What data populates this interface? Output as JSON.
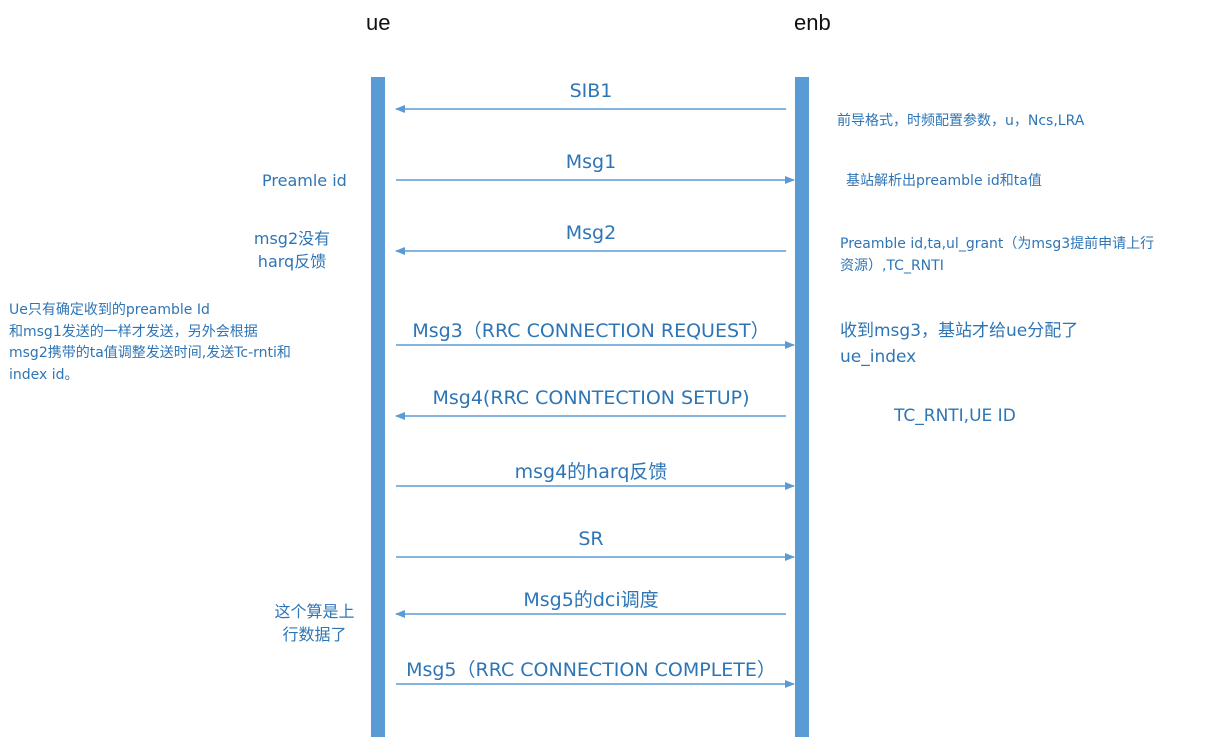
{
  "actors": {
    "left": "ue",
    "right": "enb"
  },
  "colors": {
    "lifeline": "#5b9bd5",
    "arrow": "#5b9bd5",
    "text": "#2e75b6"
  },
  "messages": [
    {
      "label": "SIB1",
      "direction": "enb-to-ue"
    },
    {
      "label": "Msg1",
      "direction": "ue-to-enb"
    },
    {
      "label": "Msg2",
      "direction": "enb-to-ue"
    },
    {
      "label": "Msg3（RRC CONNECTION REQUEST）",
      "direction": "ue-to-enb"
    },
    {
      "label": "Msg4(RRC CONNTECTION SETUP)",
      "direction": "enb-to-ue"
    },
    {
      "label": "msg4的harq反馈",
      "direction": "ue-to-enb"
    },
    {
      "label": "SR",
      "direction": "ue-to-enb"
    },
    {
      "label": "Msg5的dci调度",
      "direction": "enb-to-ue"
    },
    {
      "label": "Msg5（RRC CONNECTION COMPLETE）",
      "direction": "ue-to-enb"
    }
  ],
  "left_notes": {
    "preamble": "Preamle id",
    "msg2_harq": [
      "msg2没有",
      "harq反馈"
    ],
    "ue_condition": [
      "Ue只有确定收到的preamble Id",
      "和msg1发送的一样才发送，另外会根据",
      "msg2携带的ta值调整发送时间,发送Tc-rnti和",
      "index id。"
    ],
    "uplink_data": [
      "这个算是上",
      "行数据了"
    ]
  },
  "right_notes": {
    "sib1": "前导格式，时频配置参数，u，Ncs,LRA",
    "msg1": "基站解析出preamble id和ta值",
    "msg2": [
      "Preamble id,ta,ul_grant（为msg3提前申请上行",
      "资源）,TC_RNTI"
    ],
    "msg3": [
      "收到msg3，基站才给ue分配了",
      "ue_index"
    ],
    "msg4": "TC_RNTI,UE ID"
  }
}
